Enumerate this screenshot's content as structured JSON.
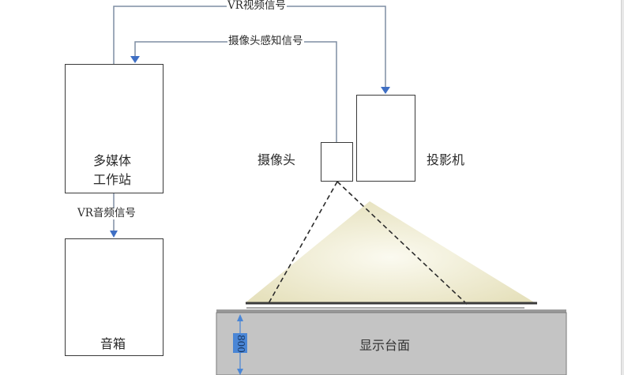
{
  "diagram": {
    "signals": {
      "vr_video": "VR视频信号",
      "camera_sense": "摄像头感知信号",
      "vr_audio": "VR音频信号"
    },
    "nodes": {
      "workstation": {
        "label_line1": "多媒体",
        "label_line2": "工作站",
        "icon": "desktop-tower-icon"
      },
      "speaker": {
        "label": "音箱",
        "icon": "speaker-pair-icon"
      },
      "camera": {
        "label": "摄像头",
        "icon": "camera-icon"
      },
      "projector": {
        "label": "投影机",
        "icon": "projector-icon"
      },
      "table": {
        "label": "显示台面",
        "height_dimension": "800"
      }
    },
    "colors": {
      "connector": "#7f8ea3",
      "arrow": "#3f6fc4",
      "light_cone": "#ece8c8",
      "table_fill": "#c4c4c4",
      "dimension_badge": "#4a86d6"
    }
  }
}
